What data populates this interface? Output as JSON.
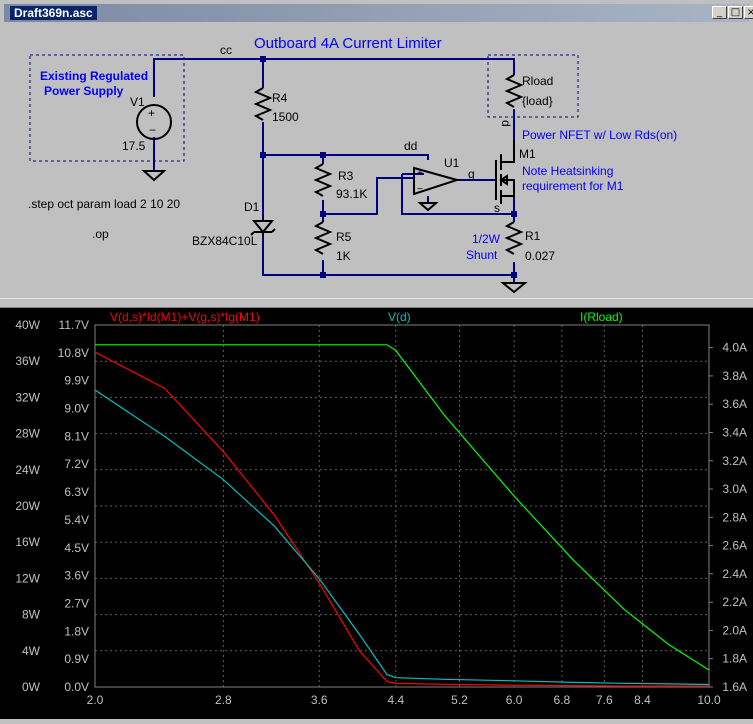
{
  "window": {
    "title": "Draft369n.asc",
    "min_label": "_",
    "max_label": "□",
    "close_label": "×"
  },
  "schematic": {
    "title": "Outboard 4A Current Limiter",
    "supply_note_line1": "Existing Regulated",
    "supply_note_line2": "Power Supply",
    "v1_name": "V1",
    "v1_value": "17.5",
    "net_cc": "cc",
    "r4_name": "R4",
    "r4_value": "1500",
    "rload_name": "Rload",
    "rload_value": "{load}",
    "net_d": "d",
    "nfet_note": "Power NFET w/ Low Rds(on)",
    "m1_name": "M1",
    "heatsink_note_line1": "Note Heatsinking",
    "heatsink_note_line2": "requirement for M1",
    "net_dd": "dd",
    "u1_name": "U1",
    "net_g": "g",
    "r3_name": "R3",
    "r3_value": "93.1K",
    "net_s": "s",
    "d1_name": "D1",
    "d1_value": "BZX84C10L",
    "r5_name": "R5",
    "r5_value": "1K",
    "r1_name": "R1",
    "r1_value": "0.027",
    "shunt_line1": "1/2W",
    "shunt_line2": "Shunt",
    "directive_step": ".step oct param load 2 10 20",
    "directive_op": ".op",
    "colors": {
      "wire": "#000080",
      "component": "#000000",
      "note": "#0000ff",
      "background": "#c0c0c0"
    }
  },
  "chart_data": {
    "type": "line",
    "background": "#000000",
    "grid": "dotted",
    "x": [
      2.0,
      2.4,
      2.8,
      3.2,
      3.6,
      4.0,
      4.3,
      4.4,
      5.0,
      6.0,
      7.0,
      8.0,
      9.0,
      10.0
    ],
    "xlim": [
      2.0,
      10.0
    ],
    "x_scale": "log",
    "x_ticks": [
      "2.0",
      "2.8",
      "3.6",
      "4.4",
      "5.2",
      "6.0",
      "6.8",
      "7.6",
      "8.4",
      "10.0"
    ],
    "x_tick_values": [
      2.0,
      2.8,
      3.6,
      4.4,
      5.2,
      6.0,
      6.8,
      7.6,
      8.4,
      10.0
    ],
    "y_left_watts": {
      "ticks": [
        "0W",
        "4W",
        "8W",
        "12W",
        "16W",
        "20W",
        "24W",
        "28W",
        "32W",
        "36W",
        "40W"
      ],
      "ylim": [
        0,
        40
      ]
    },
    "y_left_volts": {
      "ticks": [
        "0.0V",
        "0.9V",
        "1.8V",
        "2.7V",
        "3.6V",
        "4.5V",
        "5.4V",
        "6.3V",
        "7.2V",
        "8.1V",
        "9.0V",
        "9.9V",
        "10.8V",
        "11.7V"
      ],
      "ylim": [
        0,
        11.7
      ]
    },
    "y_right_amps": {
      "ticks": [
        "1.6A",
        "1.8A",
        "2.0A",
        "2.2A",
        "2.4A",
        "2.6A",
        "2.8A",
        "3.0A",
        "3.2A",
        "3.4A",
        "3.6A",
        "3.8A",
        "4.0A"
      ],
      "ylim": [
        1.6,
        4.16
      ]
    },
    "series": [
      {
        "name": "V(d,s)*Id(M1)+V(g,s)*Ig(M1)",
        "color": "#ff0000",
        "axis": "watts",
        "values": [
          37.0,
          33.0,
          26.0,
          19.0,
          11.5,
          4.0,
          0.6,
          0.4,
          0.3,
          0.2,
          0.15,
          0.1,
          0.1,
          0.1
        ]
      },
      {
        "name": "V(d)",
        "color": "#00c0c0",
        "axis": "volts",
        "values": [
          9.6,
          8.1,
          6.7,
          5.2,
          3.5,
          1.7,
          0.4,
          0.3,
          0.25,
          0.2,
          0.15,
          0.12,
          0.1,
          0.08
        ]
      },
      {
        "name": "I(Rload)",
        "color": "#00ff00",
        "axis": "amps",
        "values": [
          4.02,
          4.02,
          4.02,
          4.02,
          4.02,
          4.02,
          4.02,
          3.98,
          3.52,
          2.95,
          2.5,
          2.15,
          1.9,
          1.72
        ]
      }
    ]
  }
}
